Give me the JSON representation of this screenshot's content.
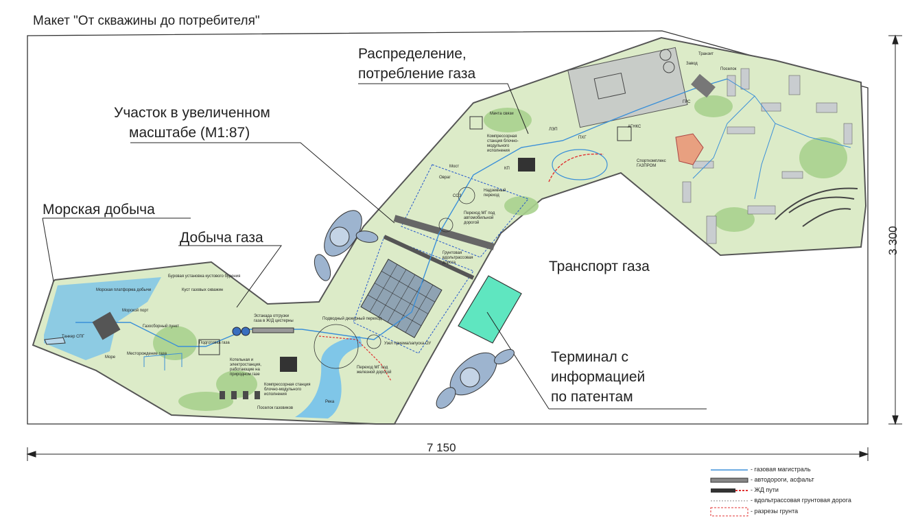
{
  "title": "Макет \"От скважины до потребителя\"",
  "callouts": {
    "distribution": [
      "Распределение,",
      "потребление газа"
    ],
    "enlarged": [
      "Участок в увеличенном",
      "масштабе (М1:87)"
    ],
    "sea": "Морская добыча",
    "production": "Добыча газа",
    "transport": "Транспорт газа",
    "terminal": [
      "Терминал с",
      "информацией",
      "по патентам"
    ]
  },
  "dimensions": {
    "width": "7 150",
    "height": "3 300"
  },
  "map_labels": {
    "drilling": "Буровая установка кустового бурения",
    "sea_platform": "Морская платформа добычи",
    "cluster": "Куст газовых скважин",
    "sea_port": "Морской порт",
    "tanker": "Танкер СПГ",
    "sea": "Море",
    "gas_collection": "Газосборный пункт",
    "gas_field": "Месторождение газа",
    "gas_prep": "Подготовка газа",
    "loading": "Эстакада отгрузки газа в Ж/Д цистерны",
    "boiler": "Котельная и электростанция, работающие на природном газе",
    "compressor1": "Компрессорная станция блочно-модульного исполнения",
    "settlement_gas": "Поселок газовиков",
    "river": "Река",
    "crossing_river": "Подводный дюкерный переход",
    "crossing_rail": "Переход МГ под железной дорогой",
    "oil_node": "Узел приема/запуска ОУ",
    "bridge": "Мост",
    "ravine": "Овраг",
    "overpass": "Надземный переход",
    "crossing_road": "Переход МГ под автомобильной дорогой",
    "earth_road": "Грунтовая вдольтрассовая дорога",
    "cz": "СОЗ",
    "kp": "КП",
    "lep": "ЛЭП",
    "comm_tower": "Мачта связи",
    "compressor2": "Компрессорная станция блочно-модульного исполнения",
    "png": "ПХГ",
    "agnks": "АГНКС",
    "grs": "ГРС",
    "factory": "Завод",
    "transit": "Транзит",
    "village": "Поселок",
    "sport": "Спорткомплекс ГАЗПРОМ"
  },
  "legend": [
    {
      "label": "- газовая магистраль",
      "kind": "gas-main"
    },
    {
      "label": "- автодороги, асфальт",
      "kind": "road"
    },
    {
      "label": "- ЖД пути",
      "kind": "rail"
    },
    {
      "label": "- вдольтрассовая грунтовая дорога",
      "kind": "dirt-road"
    },
    {
      "label": "- разрезы грунта",
      "kind": "soil-section"
    }
  ],
  "colors": {
    "land": "#dcebc8",
    "forest": "#a9d18e",
    "water": "#7fc6e8",
    "gas_line": "#3a8fd8",
    "terminal": "#5fe6c0",
    "section": "#e03030",
    "figure": "#9db4cf"
  }
}
